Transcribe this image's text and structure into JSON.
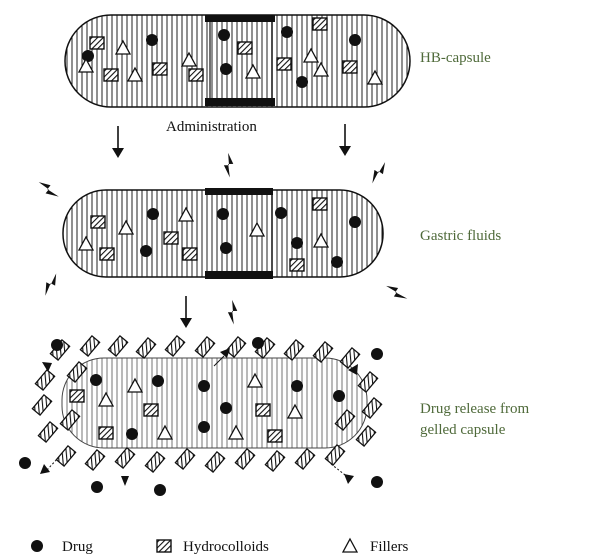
{
  "diagram": {
    "stages": [
      {
        "label": "HB-capsule"
      },
      {
        "label": "Gastric fluids"
      },
      {
        "label_line1": "Drug release from",
        "label_line2": "gelled capsule"
      }
    ],
    "arrow_label": "Administration",
    "legend": [
      {
        "label": "Drug",
        "symbol": "filled-circle"
      },
      {
        "label": "Hydrocolloids",
        "symbol": "hatched-square"
      },
      {
        "label": "Fillers",
        "symbol": "triangle"
      }
    ],
    "colors": {
      "ink": "#111111",
      "stage_text": "#4f6a3a",
      "background": "#ffffff"
    }
  }
}
